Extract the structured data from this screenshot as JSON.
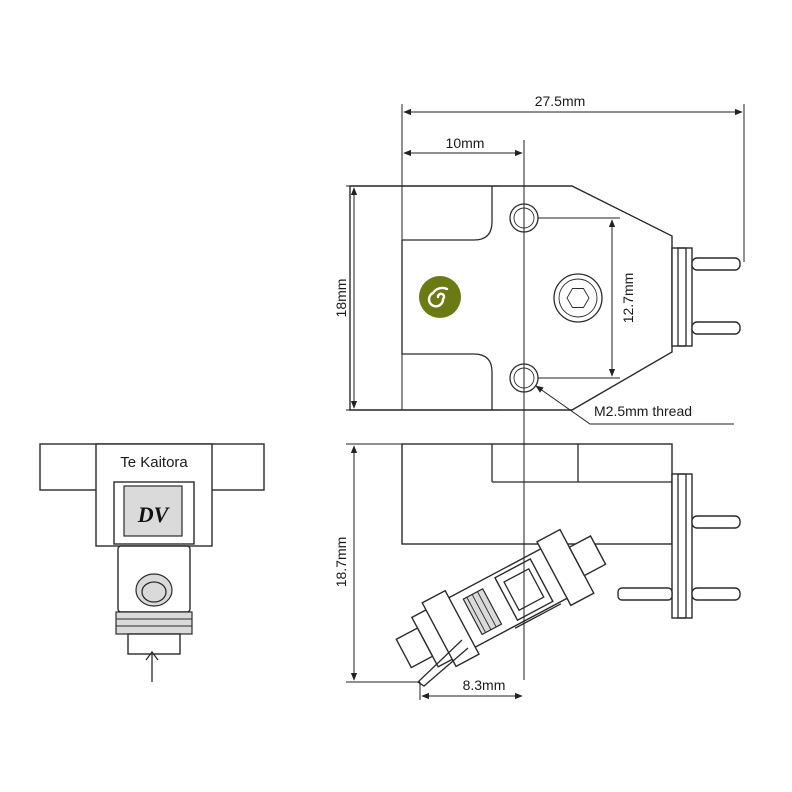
{
  "labels": {
    "width_total": "27.5mm",
    "pin_offset": "10mm",
    "height_top": "18mm",
    "hole_spacing": "12.7mm",
    "thread": "M2.5mm thread",
    "height_side": "18.7mm",
    "stylus_offset": "8.3mm",
    "brand": "Te Kaitora",
    "monogram": "DV"
  },
  "colors": {
    "logo": "#6b7a12",
    "line": "#2b2b2b"
  },
  "icons": [
    "spiral-logo-icon",
    "hex-socket-icon",
    "dv-monogram-icon"
  ]
}
